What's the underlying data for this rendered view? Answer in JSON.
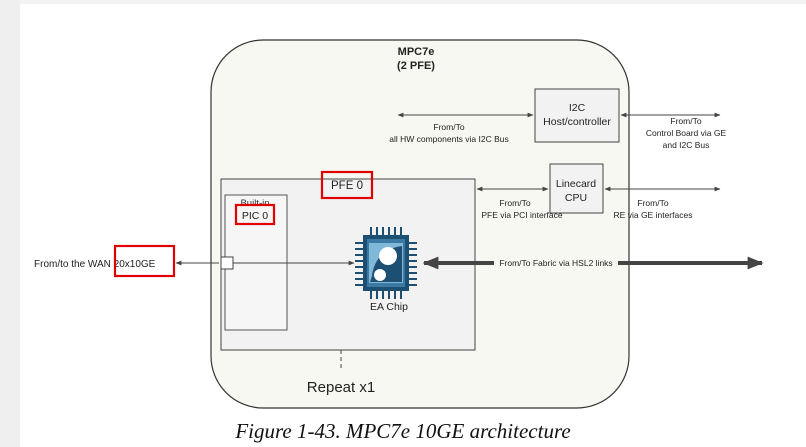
{
  "figure": {
    "caption": "Figure 1-43. MPC7e 10GE architecture"
  },
  "diagram": {
    "card_title": "MPC7e",
    "card_subtitle": "(2 PFE)",
    "i2c_box": {
      "line1": "I2C",
      "line2": "Host/controller"
    },
    "i2c_bus_label": {
      "line1": "From/To",
      "line2": "all HW components via I2C Bus"
    },
    "control_board_label": {
      "line1": "From/To",
      "line2": "Control Board via GE",
      "line3": "and I2C Bus"
    },
    "linecard_cpu": {
      "line1": "Linecard",
      "line2": "CPU"
    },
    "pci_label": {
      "line1": "From/To",
      "line2": "PFE via PCI  interface"
    },
    "re_label": {
      "line1": "From/To",
      "line2": "RE via GE interfaces"
    },
    "pfe_label": "PFE 0",
    "pic_builtin_label": "Built-in",
    "pic_label": "PIC 0",
    "wan_label": "From/to the WAN 20x10GE",
    "fabric_label": "From/To Fabric via HSL2 links",
    "chip_label": "EA Chip",
    "repeat_label": "Repeat x1"
  },
  "colors": {
    "card_fill": "#f8f8f3",
    "box_fill": "#f2f2f2",
    "line": "#444444",
    "highlight": "#e00000",
    "chip_dark": "#1d4f72",
    "chip_light": "#7fb8d8"
  }
}
